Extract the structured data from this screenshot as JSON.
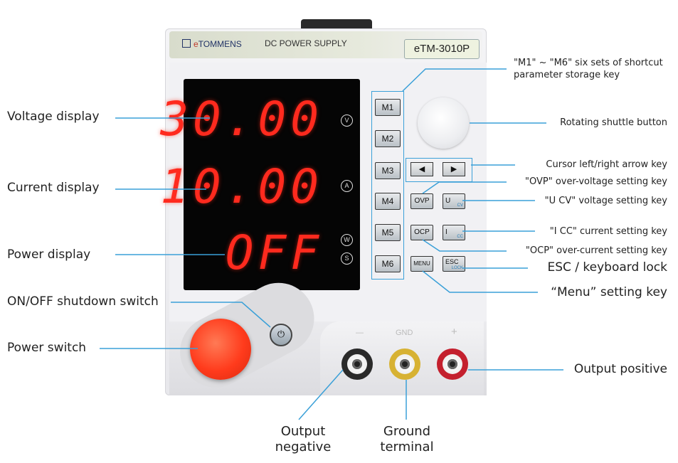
{
  "device": {
    "brand": "eTOMMENS",
    "brand_prefix": "e",
    "brand_rest": "TOMMENS",
    "subtitle": "DC POWER SUPPLY",
    "model": "eTM-3010P",
    "voltage_reading": "30.00",
    "current_reading": "10.00",
    "power_reading": "OFF",
    "voltage_unit": "V",
    "current_unit": "A",
    "power_unit_1": "W",
    "power_unit_2": "S",
    "memory_keys": [
      "M1",
      "M2",
      "M3",
      "M4",
      "M5",
      "M6"
    ],
    "left_arrow": "◀",
    "right_arrow": "▶",
    "ovp_key": "OVP",
    "ocp_key": "OCP",
    "menu_key": "MENU",
    "u_key": "U",
    "u_sub": "CV",
    "i_key": "I",
    "i_sub": "CC",
    "esc_key": "ESC",
    "esc_sub": "LOCK",
    "terminal_neg": "—",
    "terminal_gnd": "GND",
    "terminal_pos": "+",
    "power_symbol": "⏻"
  },
  "callouts": {
    "voltage_display": "Voltage display",
    "current_display": "Current display",
    "power_display": "Power display",
    "onoff_switch": "ON/OFF shutdown switch",
    "power_switch": "Power switch",
    "m_keys_line1": "\"M1\" ~ \"M6\" six sets of shortcut",
    "m_keys_line2": "parameter storage key",
    "rotating_button": "Rotating shuttle button",
    "cursor_keys": "Cursor left/right arrow key",
    "ovp": "\"OVP\" over-voltage setting key",
    "ucv": "\"U CV\" voltage setting key",
    "icc": "\"I CC\" current setting key",
    "ocp": "\"OCP\" over-current setting key",
    "esc_lock": "ESC / keyboard lock",
    "menu": "“Menu” setting key",
    "output_positive": "Output positive",
    "output_negative_1": "Output",
    "output_negative_2": "negative",
    "ground_1": "Ground",
    "ground_2": "terminal"
  },
  "colors": {
    "leader_line": "#3aa0d8",
    "led_red": "#ff2a1e",
    "power_button": "#ff3b1c",
    "terminal_neg": "#2a2a2a",
    "terminal_gnd": "#d7b233",
    "terminal_pos": "#c4202e"
  }
}
